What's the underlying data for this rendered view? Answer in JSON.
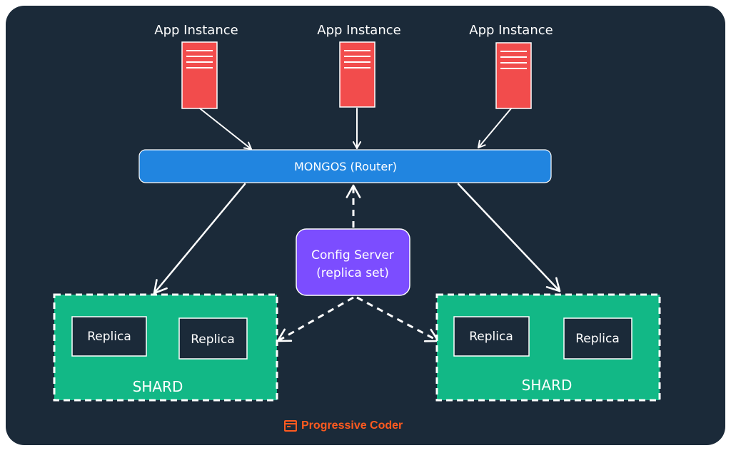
{
  "diagram": {
    "app_instances": [
      {
        "label": "App Instance"
      },
      {
        "label": "App Instance"
      },
      {
        "label": "App Instance"
      }
    ],
    "router": {
      "label": "MONGOS (Router)"
    },
    "config_server": {
      "lines": [
        "Config Server",
        "(replica set)"
      ]
    },
    "shards": [
      {
        "label": "SHARD",
        "replicas": [
          "Replica",
          "Replica"
        ]
      },
      {
        "label": "SHARD",
        "replicas": [
          "Replica",
          "Replica"
        ]
      }
    ]
  },
  "branding": {
    "text": "Progressive Coder"
  },
  "colors": {
    "background": "#1b2a39",
    "app_instance": "#f24c4c",
    "router": "#2185e0",
    "config_server": "#7c4dff",
    "shard": "#12b886",
    "replica": "#1b2a39",
    "brand": "#ff5a1f"
  }
}
